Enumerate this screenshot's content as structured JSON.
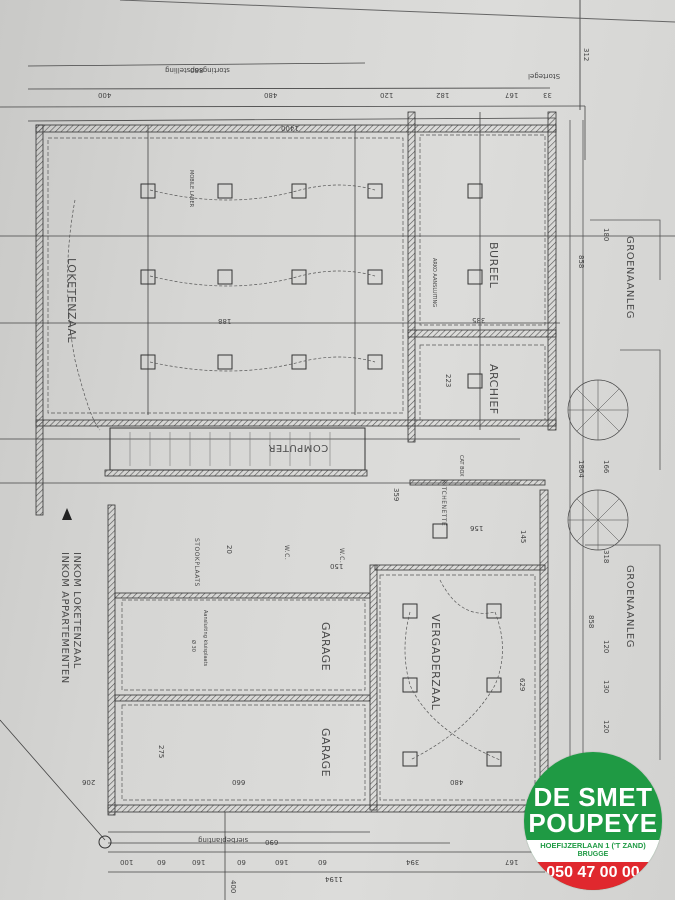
{
  "plan": {
    "rooms": [
      {
        "id": "loketenzaal",
        "label": "LOKETENZAAL"
      },
      {
        "id": "bureel",
        "label": "BUREEL"
      },
      {
        "id": "archief",
        "label": "ARCHIEF"
      },
      {
        "id": "computer",
        "label": "COMPUTER"
      },
      {
        "id": "kitchenette",
        "label": "KITCHENETTE"
      },
      {
        "id": "garage1",
        "label": "GARAGE"
      },
      {
        "id": "garage2",
        "label": "GARAGE"
      },
      {
        "id": "vergaderzaal",
        "label": "VERGADERZAAL"
      },
      {
        "id": "stookplaats",
        "label": "STOOKPLAATS"
      },
      {
        "id": "wc1",
        "label": "W.C."
      },
      {
        "id": "wc2",
        "label": "W.C."
      }
    ],
    "entrance_labels": [
      "INKOM LOKETENZAAL",
      "INKOM APPARTEMENTEN"
    ],
    "exterior_labels": [
      "GROENAANLEG",
      "GROENAANLEG"
    ],
    "top_dimensions": {
      "overall_top": "880",
      "overall_top_note": "stortingsopstelling",
      "segments": [
        "400",
        "480",
        "120",
        "182",
        "167",
        "33"
      ],
      "total": "1400",
      "misc": "312",
      "note": "Stortegel"
    },
    "bottom_dimensions": {
      "segments": [
        "100",
        "60",
        "160",
        "60",
        "160",
        "60",
        "394",
        "167"
      ],
      "total": "1194",
      "inner": "690",
      "inner_note": "sierbeplanting",
      "axis": "400"
    },
    "right_dimensions": [
      "180",
      "858",
      "1864",
      "166",
      "318",
      "858",
      "120",
      "130",
      "120"
    ],
    "interior_dimensions": [
      "188",
      "335",
      "223",
      "359",
      "156",
      "145",
      "150",
      "20",
      "275",
      "660",
      "480",
      "629",
      "206"
    ],
    "annotations": [
      "MOBILE LABER",
      "ARKO AANSLUITING",
      "CAT BOX",
      "Aansluiting kluisplaats",
      "Ø 30"
    ]
  },
  "logo": {
    "line1": "DE SMET",
    "line2": "POUPEYE",
    "address": "HOEFIJZERLAAN 1 ('T ZAND)",
    "city": "BRUGGE",
    "phone": "050 47 00 00",
    "colors": {
      "green": "#1f9a44",
      "red": "#e0282e",
      "white": "#ffffff"
    }
  }
}
